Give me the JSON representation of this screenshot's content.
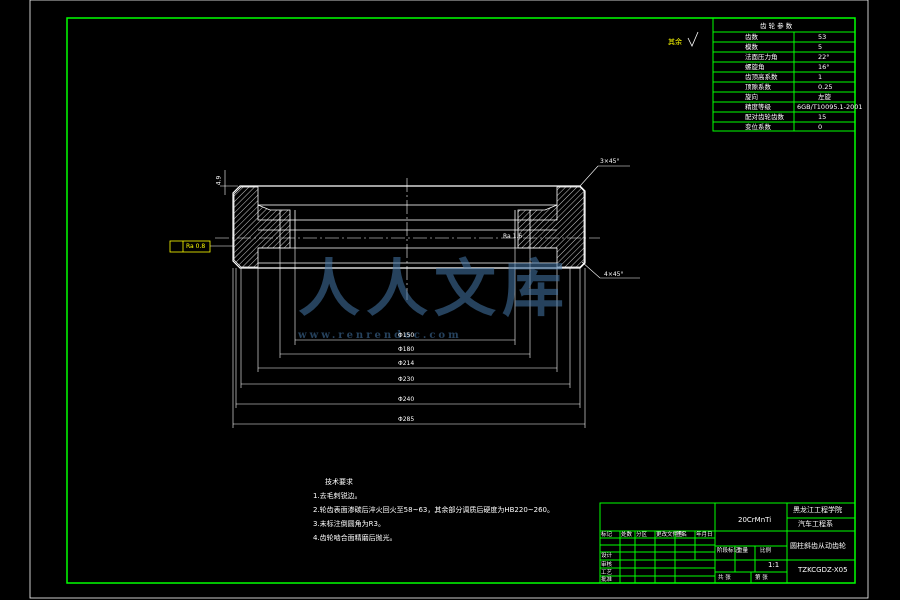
{
  "colors": {
    "background": "#000000",
    "frame": "#00ff00",
    "outline": "#ffffff",
    "hatch": "#ffffff",
    "dimension": "#ffffff",
    "callout": "#ffff00",
    "watermark": "#4d7aa6"
  },
  "param_table": {
    "title": "齿 轮 参 数",
    "rows": [
      {
        "label": "齿数",
        "value": "53"
      },
      {
        "label": "模数",
        "value": "5"
      },
      {
        "label": "法面压力角",
        "value": "22°"
      },
      {
        "label": "螺旋角",
        "value": "16°"
      },
      {
        "label": "齿顶高系数",
        "value": "1"
      },
      {
        "label": "顶隙系数",
        "value": "0.25"
      },
      {
        "label": "旋向",
        "value": "左旋"
      },
      {
        "label": "精度等级",
        "value": "6GB/T10095.1-2001"
      },
      {
        "label": "配对齿轮齿数",
        "value": "15"
      },
      {
        "label": "变位系数",
        "value": "0"
      }
    ]
  },
  "roughness_note": "其余",
  "callout_left": "Ra 0.8",
  "callout_right": "Ra 1.6",
  "chamfer_top": "3×45°",
  "chamfer_bottom": "4×45°",
  "dim_left": "4.9",
  "dimensions": [
    "Φ150",
    "Φ180",
    "Φ214",
    "Φ230",
    "Φ240",
    "Φ285"
  ],
  "tech_req": {
    "title": "技术要求",
    "items": [
      "1.去毛刺锐边。",
      "2.轮齿表面渗碳后淬火回火至58~63，其余部分调质后硬度为HB220~260。",
      "3.未标注倒圆角为R3。",
      "4.齿轮啮合面精磨后抛光。"
    ]
  },
  "title_block": {
    "school": "黑龙江工程学院",
    "dept": "汽车工程系",
    "part_name": "圆柱斜齿从动齿轮",
    "material": "20CrMnTi",
    "scale": "1:1",
    "drawing_no": "TZKCGDZ-X05",
    "row_labels": [
      "标记",
      "处数",
      "分区",
      "更改文件号",
      "签名",
      "年月日"
    ],
    "role_labels": [
      "设计",
      "审核",
      "工艺",
      "批准"
    ],
    "stage_labels": [
      "阶段标记",
      "重量",
      "比例"
    ],
    "sheet_labels": [
      "共 张",
      "第 张"
    ]
  },
  "watermark": {
    "brand": "人人文库",
    "url": "www.renrendoc.com"
  }
}
